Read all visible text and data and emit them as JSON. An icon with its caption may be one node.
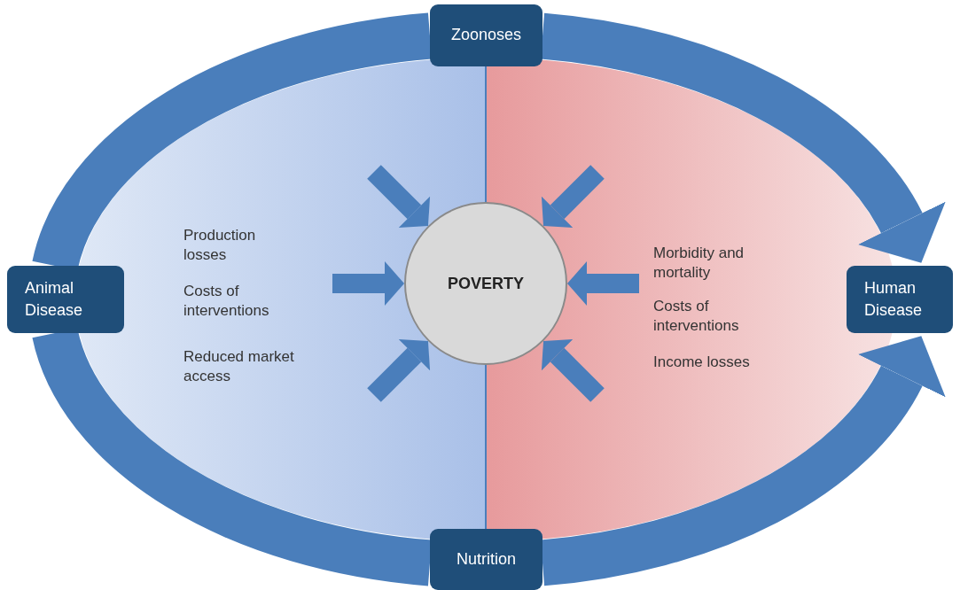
{
  "diagram": {
    "nodes": [
      {
        "text": [
          "Zoonoses"
        ]
      },
      {
        "text": [
          "Animal Disease"
        ]
      },
      {
        "text": [
          "POVERTY"
        ]
      },
      {
        "text": [
          "Human Disease"
        ]
      },
      {
        "text": [
          "Nutrition"
        ]
      }
    ],
    "edges": [
      {
        "from": 1,
        "to": 0,
        "arrow": "none",
        "style": "thick"
      },
      {
        "from": 0,
        "to": 3,
        "arrow": "to",
        "style": "thick"
      },
      {
        "from": 1,
        "to": 4,
        "arrow": "none",
        "style": "thick"
      },
      {
        "from": 4,
        "to": 3,
        "arrow": "to",
        "style": "thick"
      },
      {
        "from": null,
        "to": 2,
        "arrow": "to"
      },
      {
        "from": null,
        "to": 2,
        "arrow": "to"
      },
      {
        "from": null,
        "to": 2,
        "arrow": "to"
      },
      {
        "from": null,
        "to": 2,
        "arrow": "to"
      },
      {
        "from": null,
        "to": 2,
        "arrow": "to"
      },
      {
        "from": null,
        "to": 2,
        "arrow": "to"
      }
    ],
    "labels": [
      "Production losses",
      "Costs of interventions",
      "Reduced market access",
      "Morbidity and mortality",
      "Costs of interventions",
      "Income losses"
    ]
  }
}
